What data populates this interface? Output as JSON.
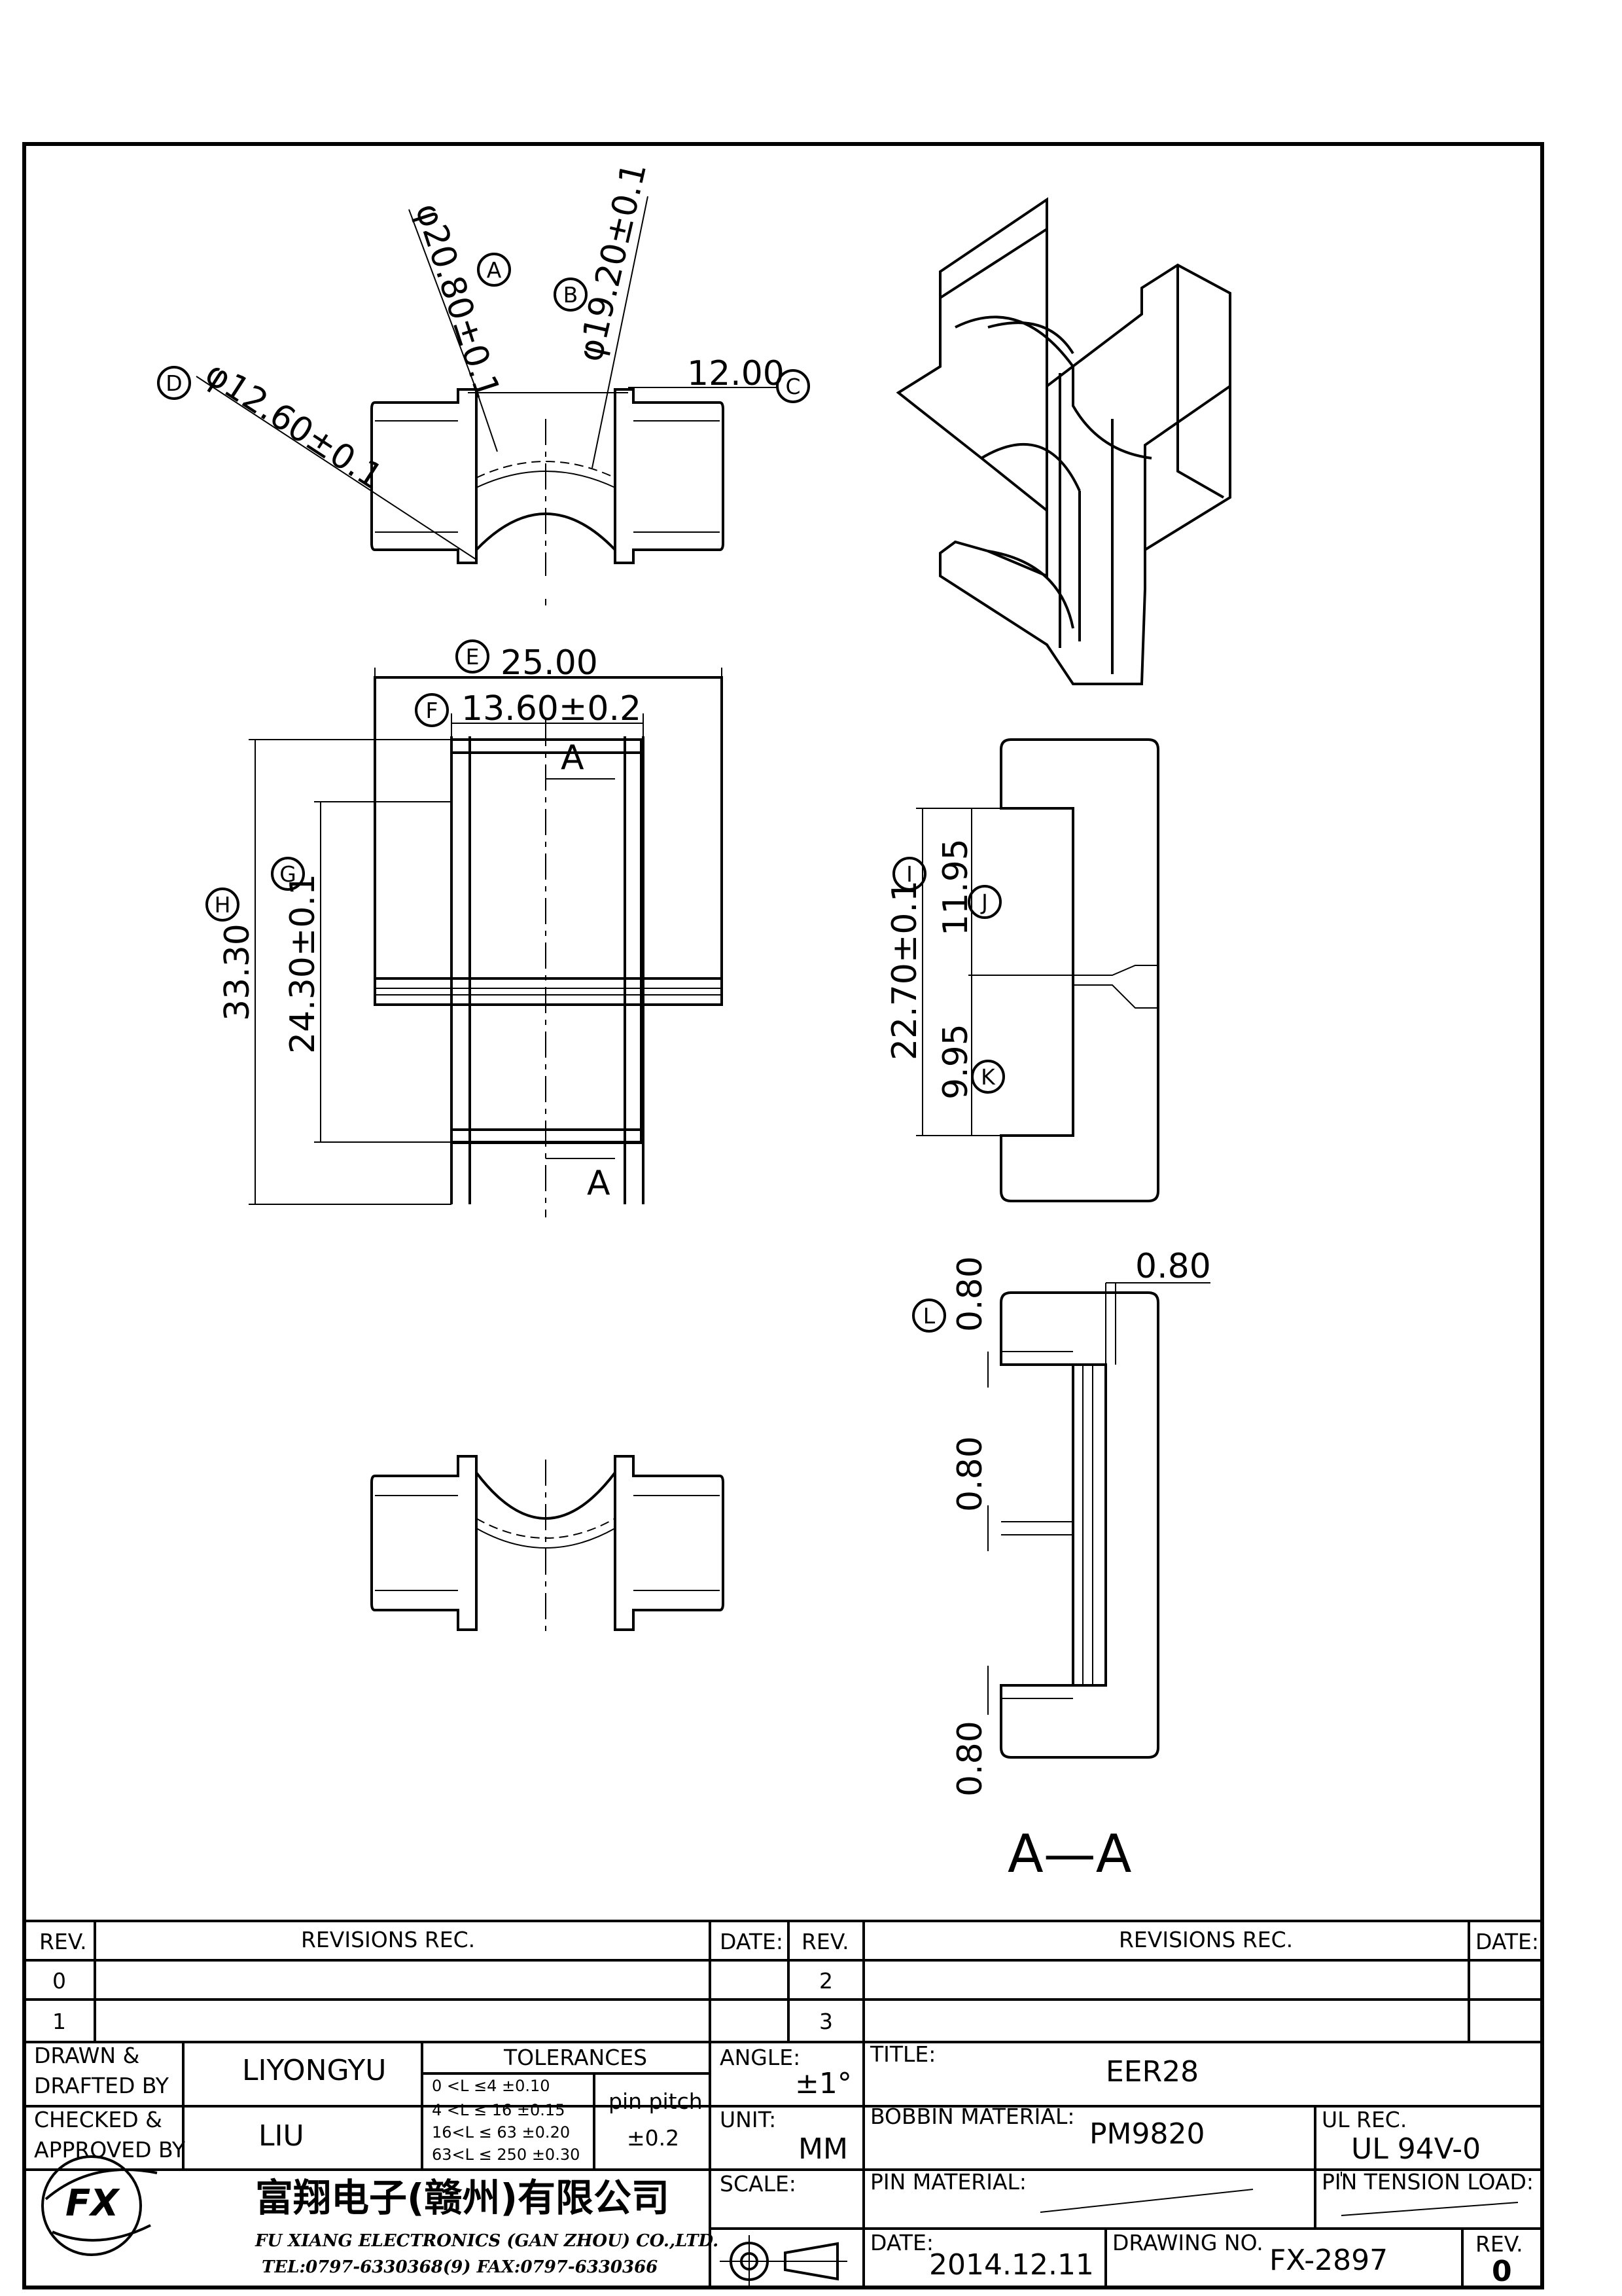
{
  "dimensions": {
    "A": "φ20.80±0.1",
    "B": "φ19.20±0.1",
    "C": "12.00",
    "D": "φ12.60±0.1",
    "E": "25.00",
    "F": "13.60±0.2",
    "G": "24.30±0.1",
    "H": "33.30",
    "I": "22.70±0.1",
    "J": "11.95",
    "K": "9.95",
    "L": "0.80",
    "L2": "0.80",
    "L3": "0.80",
    "wall": "0.80"
  },
  "callouts": [
    "A",
    "B",
    "C",
    "D",
    "E",
    "F",
    "G",
    "H",
    "I",
    "J",
    "K",
    "L"
  ],
  "section": {
    "cut_label": "A",
    "view_label": "A—A"
  },
  "revision_table": {
    "left": {
      "rev_header": "REV.",
      "rec_header": "REVISIONS   REC.",
      "rows": [
        "0",
        "1"
      ]
    },
    "right": {
      "date_header": "DATE:",
      "rev_header": "REV.",
      "rec_header": "REVISIONS   REC.",
      "date_header2": "DATE:",
      "rows": [
        "2",
        "3"
      ]
    }
  },
  "title_block": {
    "drawn_label": "DRAWN &\nDRAFTED BY",
    "drawn_by": "LIYONGYU",
    "checked_label": "CHECKED &\nAPPROVED BY",
    "checked_by": "LIU",
    "tolerances_label": "TOLERANCES",
    "tolerances": [
      "0 <L ≤4   ±0.10",
      "4 <L ≤ 16 ±0.15",
      "16<L ≤ 63 ±0.20",
      "63<L ≤ 250 ±0.30"
    ],
    "pin_pitch_label": "pin pitch",
    "pin_pitch": "±0.2",
    "angle_label": "ANGLE:",
    "angle": "±1°",
    "unit_label": "UNIT:",
    "unit": "MM",
    "scale_label": "SCALE:",
    "title_label": "TITLE:",
    "title": "EER28",
    "bobbin_material_label": "BOBBIN MATERIAL:",
    "bobbin_material": "PM9820",
    "ul_rec_label": "UL REC.",
    "ul_rec": "UL 94V-0",
    "pin_material_label": "PIN MATERIAL:",
    "pin_tension_label": "PIN TENSION LOAD:",
    "date_label": "DATE:",
    "date": "2014.12.11",
    "drawing_no_label": "DRAWING NO.",
    "drawing_no": "FX-2897",
    "rev_label": "REV.",
    "rev": "0",
    "company_cn": "富翔电子(赣州)有限公司",
    "company_en": "FU XIANG ELECTRONICS (GAN ZHOU) CO.,LTD.",
    "company_contact": "TEL:0797-6330368(9)   FAX:0797-6330366"
  }
}
